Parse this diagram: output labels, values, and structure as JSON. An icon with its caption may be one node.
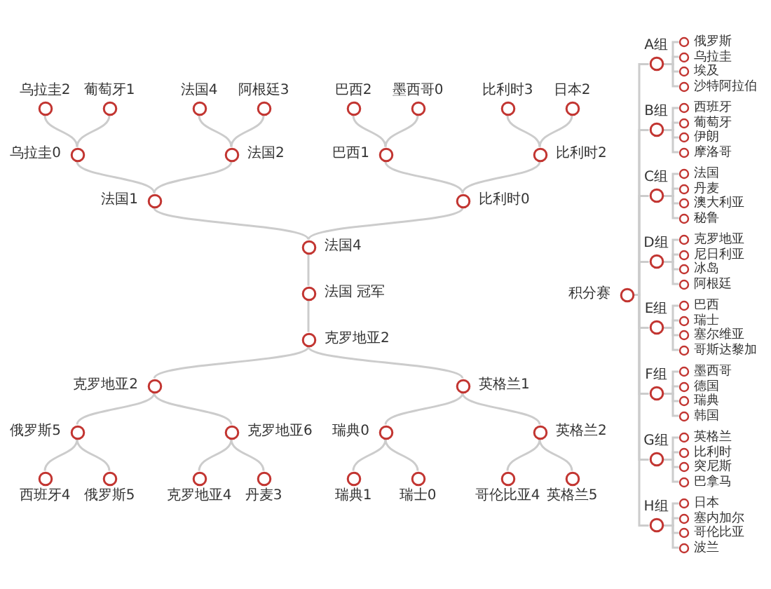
{
  "diagram": {
    "nodes": [
      {
        "text": [
          "乌拉圭2"
        ]
      },
      {
        "text": [
          "葡萄牙1"
        ]
      },
      {
        "text": [
          "法国4"
        ]
      },
      {
        "text": [
          "阿根廷3"
        ]
      },
      {
        "text": [
          "巴西2"
        ]
      },
      {
        "text": [
          "墨西哥0"
        ]
      },
      {
        "text": [
          "比利时3"
        ]
      },
      {
        "text": [
          "日本2"
        ]
      },
      {
        "text": [
          "乌拉圭0"
        ]
      },
      {
        "text": [
          "法国2"
        ]
      },
      {
        "text": [
          "巴西1"
        ]
      },
      {
        "text": [
          "比利时2"
        ]
      },
      {
        "text": [
          "法国1"
        ]
      },
      {
        "text": [
          "比利时0"
        ]
      },
      {
        "text": [
          "法国4"
        ]
      },
      {
        "text": [
          "法国 冠军"
        ]
      },
      {
        "text": [
          "克罗地亚2"
        ]
      },
      {
        "text": [
          "克罗地亚2"
        ]
      },
      {
        "text": [
          "英格兰1"
        ]
      },
      {
        "text": [
          "俄罗斯5"
        ]
      },
      {
        "text": [
          "克罗地亚6"
        ]
      },
      {
        "text": [
          "瑞典0"
        ]
      },
      {
        "text": [
          "英格兰2"
        ]
      },
      {
        "text": [
          "西班牙4"
        ]
      },
      {
        "text": [
          "俄罗斯5"
        ]
      },
      {
        "text": [
          "克罗地亚4"
        ]
      },
      {
        "text": [
          "丹麦3"
        ]
      },
      {
        "text": [
          "瑞典1"
        ]
      },
      {
        "text": [
          "瑞士0"
        ]
      },
      {
        "text": [
          "哥伦比亚4"
        ]
      },
      {
        "text": [
          "英格兰5"
        ]
      },
      {
        "text": [
          "积分赛"
        ]
      },
      {
        "text": [
          "A组"
        ]
      },
      {
        "text": [
          "俄罗斯"
        ]
      },
      {
        "text": [
          "乌拉圭"
        ]
      },
      {
        "text": [
          "埃及"
        ]
      },
      {
        "text": [
          "沙特阿拉伯"
        ]
      },
      {
        "text": [
          "B组"
        ]
      },
      {
        "text": [
          "西班牙"
        ]
      },
      {
        "text": [
          "葡萄牙"
        ]
      },
      {
        "text": [
          "伊朗"
        ]
      },
      {
        "text": [
          "摩洛哥"
        ]
      },
      {
        "text": [
          "C组"
        ]
      },
      {
        "text": [
          "法国"
        ]
      },
      {
        "text": [
          "丹麦"
        ]
      },
      {
        "text": [
          "澳大利亚"
        ]
      },
      {
        "text": [
          "秘鲁"
        ]
      },
      {
        "text": [
          "D组"
        ]
      },
      {
        "text": [
          "克罗地亚"
        ]
      },
      {
        "text": [
          "尼日利亚"
        ]
      },
      {
        "text": [
          "冰岛"
        ]
      },
      {
        "text": [
          "阿根廷"
        ]
      },
      {
        "text": [
          "E组"
        ]
      },
      {
        "text": [
          "巴西"
        ]
      },
      {
        "text": [
          "瑞士"
        ]
      },
      {
        "text": [
          "塞尔维亚"
        ]
      },
      {
        "text": [
          "哥斯达黎加"
        ]
      },
      {
        "text": [
          "F组"
        ]
      },
      {
        "text": [
          "墨西哥"
        ]
      },
      {
        "text": [
          "德国"
        ]
      },
      {
        "text": [
          "瑞典"
        ]
      },
      {
        "text": [
          "韩国"
        ]
      },
      {
        "text": [
          "G组"
        ]
      },
      {
        "text": [
          "英格兰"
        ]
      },
      {
        "text": [
          "比利时"
        ]
      },
      {
        "text": [
          "突尼斯"
        ]
      },
      {
        "text": [
          "巴拿马"
        ]
      },
      {
        "text": [
          "H组"
        ]
      },
      {
        "text": [
          "日本"
        ]
      },
      {
        "text": [
          "塞内加尔"
        ]
      },
      {
        "text": [
          "哥伦比亚"
        ]
      },
      {
        "text": [
          "波兰"
        ]
      }
    ],
    "edges": [
      {
        "from": 8,
        "to": 0,
        "arrow": "none"
      },
      {
        "from": 8,
        "to": 1,
        "arrow": "none"
      },
      {
        "from": 9,
        "to": 2,
        "arrow": "none"
      },
      {
        "from": 9,
        "to": 3,
        "arrow": "none"
      },
      {
        "from": 10,
        "to": 4,
        "arrow": "none"
      },
      {
        "from": 10,
        "to": 5,
        "arrow": "none"
      },
      {
        "from": 11,
        "to": 6,
        "arrow": "none"
      },
      {
        "from": 11,
        "to": 7,
        "arrow": "none"
      },
      {
        "from": 12,
        "to": 8,
        "arrow": "none"
      },
      {
        "from": 12,
        "to": 9,
        "arrow": "none"
      },
      {
        "from": 13,
        "to": 10,
        "arrow": "none"
      },
      {
        "from": 13,
        "to": 11,
        "arrow": "none"
      },
      {
        "from": 14,
        "to": 12,
        "arrow": "none"
      },
      {
        "from": 14,
        "to": 13,
        "arrow": "none"
      },
      {
        "from": 15,
        "to": 14,
        "arrow": "none"
      },
      {
        "from": 15,
        "to": 16,
        "arrow": "none"
      },
      {
        "from": 16,
        "to": 17,
        "arrow": "none"
      },
      {
        "from": 16,
        "to": 18,
        "arrow": "none"
      },
      {
        "from": 17,
        "to": 19,
        "arrow": "none"
      },
      {
        "from": 17,
        "to": 20,
        "arrow": "none"
      },
      {
        "from": 18,
        "to": 21,
        "arrow": "none"
      },
      {
        "from": 18,
        "to": 22,
        "arrow": "none"
      },
      {
        "from": 19,
        "to": 23,
        "arrow": "none"
      },
      {
        "from": 19,
        "to": 24,
        "arrow": "none"
      },
      {
        "from": 20,
        "to": 25,
        "arrow": "none"
      },
      {
        "from": 20,
        "to": 26,
        "arrow": "none"
      },
      {
        "from": 21,
        "to": 27,
        "arrow": "none"
      },
      {
        "from": 21,
        "to": 28,
        "arrow": "none"
      },
      {
        "from": 22,
        "to": 29,
        "arrow": "none"
      },
      {
        "from": 22,
        "to": 30,
        "arrow": "none"
      },
      {
        "from": 31,
        "to": 32,
        "arrow": "none"
      },
      {
        "from": 31,
        "to": 37,
        "arrow": "none"
      },
      {
        "from": 31,
        "to": 42,
        "arrow": "none"
      },
      {
        "from": 31,
        "to": 47,
        "arrow": "none"
      },
      {
        "from": 31,
        "to": 52,
        "arrow": "none"
      },
      {
        "from": 31,
        "to": 57,
        "arrow": "none"
      },
      {
        "from": 31,
        "to": 62,
        "arrow": "none"
      },
      {
        "from": 31,
        "to": 67,
        "arrow": "none"
      },
      {
        "from": 32,
        "to": 33,
        "arrow": "none"
      },
      {
        "from": 32,
        "to": 34,
        "arrow": "none"
      },
      {
        "from": 32,
        "to": 35,
        "arrow": "none"
      },
      {
        "from": 32,
        "to": 36,
        "arrow": "none"
      },
      {
        "from": 37,
        "to": 38,
        "arrow": "none"
      },
      {
        "from": 37,
        "to": 39,
        "arrow": "none"
      },
      {
        "from": 37,
        "to": 40,
        "arrow": "none"
      },
      {
        "from": 37,
        "to": 41,
        "arrow": "none"
      },
      {
        "from": 42,
        "to": 43,
        "arrow": "none"
      },
      {
        "from": 42,
        "to": 44,
        "arrow": "none"
      },
      {
        "from": 42,
        "to": 45,
        "arrow": "none"
      },
      {
        "from": 42,
        "to": 46,
        "arrow": "none"
      },
      {
        "from": 47,
        "to": 48,
        "arrow": "none"
      },
      {
        "from": 47,
        "to": 49,
        "arrow": "none"
      },
      {
        "from": 47,
        "to": 50,
        "arrow": "none"
      },
      {
        "from": 47,
        "to": 51,
        "arrow": "none"
      },
      {
        "from": 52,
        "to": 53,
        "arrow": "none"
      },
      {
        "from": 52,
        "to": 54,
        "arrow": "none"
      },
      {
        "from": 52,
        "to": 55,
        "arrow": "none"
      },
      {
        "from": 52,
        "to": 56,
        "arrow": "none"
      },
      {
        "from": 57,
        "to": 58,
        "arrow": "none"
      },
      {
        "from": 57,
        "to": 59,
        "arrow": "none"
      },
      {
        "from": 57,
        "to": 60,
        "arrow": "none"
      },
      {
        "from": 57,
        "to": 61,
        "arrow": "none"
      },
      {
        "from": 62,
        "to": 63,
        "arrow": "none"
      },
      {
        "from": 62,
        "to": 64,
        "arrow": "none"
      },
      {
        "from": 62,
        "to": 65,
        "arrow": "none"
      },
      {
        "from": 62,
        "to": 66,
        "arrow": "none"
      },
      {
        "from": 67,
        "to": 68,
        "arrow": "none"
      },
      {
        "from": 67,
        "to": 69,
        "arrow": "none"
      },
      {
        "from": 67,
        "to": 70,
        "arrow": "none"
      },
      {
        "from": 67,
        "to": 71,
        "arrow": "none"
      }
    ]
  }
}
